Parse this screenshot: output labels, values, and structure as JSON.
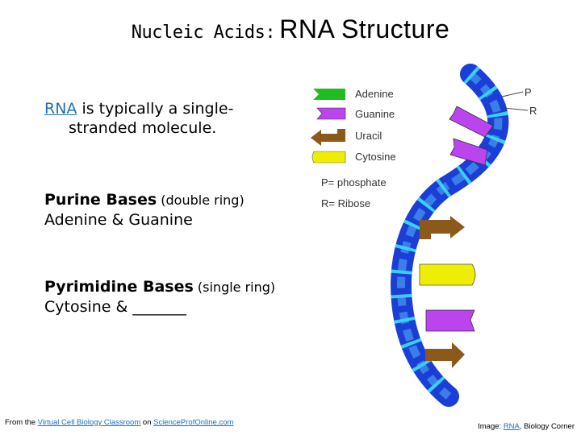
{
  "title": {
    "prefix": "Nucleic Acids:",
    "main": "RNA Structure"
  },
  "intro": {
    "link": "RNA",
    "line1_rest": " is typically a single-",
    "line2": "stranded molecule."
  },
  "purine": {
    "heading": "Purine Bases",
    "note": " (double ring)",
    "list": "Adenine & Guanine"
  },
  "pyrimidine": {
    "heading": "Pyrimidine Bases",
    "note": " (single ring)",
    "list": "Cytosine & _______"
  },
  "legend": {
    "items": [
      {
        "label": "Adenine",
        "color": "#22bb22",
        "icon": "adenine-swatch-icon"
      },
      {
        "label": "Guanine",
        "color": "#bb44ee",
        "icon": "guanine-swatch-icon"
      },
      {
        "label": "Uracil",
        "color": "#8b5a1a",
        "icon": "uracil-swatch-icon"
      },
      {
        "label": "Cytosine",
        "color": "#eeee00",
        "icon": "cytosine-swatch-icon"
      }
    ],
    "phosphate": "P= phosphate",
    "ribose": "R= Ribose"
  },
  "strand_labels": {
    "p": "P",
    "r": "R"
  },
  "colors": {
    "backbone": "#1a3ed6",
    "backbone_light": "#3a7fe8",
    "phosphate_tick": "#3ad0f0",
    "link": "#1e70b8"
  },
  "footer": {
    "left_prefix": "From the ",
    "left_link1": "Virtual Cell Biology Classroom",
    "left_mid": " on ",
    "left_link2": "ScienceProfOnline.com",
    "right_prefix": "Image: ",
    "right_link": "RNA",
    "right_suffix": ", Biology Corner"
  }
}
